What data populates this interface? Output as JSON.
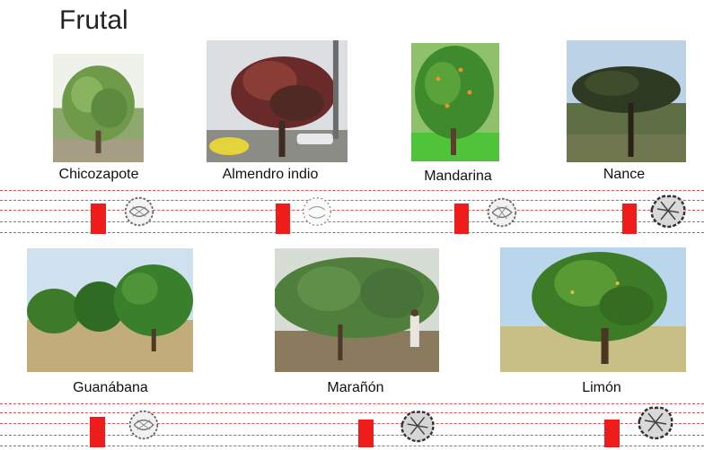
{
  "heading": "Frutal",
  "trees_row1": [
    {
      "name": "Chicozapote",
      "icon": "tree-photo-icon",
      "crown": "dense"
    },
    {
      "name": "Almendro indio",
      "icon": "tree-photo-icon",
      "crown": "sparse"
    },
    {
      "name": "Mandarina",
      "icon": "tree-photo-icon",
      "crown": "dense"
    },
    {
      "name": "Nance",
      "icon": "tree-photo-icon",
      "crown": "dark"
    }
  ],
  "trees_row2": [
    {
      "name": "Guanábana",
      "icon": "tree-photo-icon",
      "crown": "dense"
    },
    {
      "name": "Marañón",
      "icon": "tree-photo-icon",
      "crown": "dark"
    },
    {
      "name": "Limón",
      "icon": "tree-photo-icon",
      "crown": "dark"
    }
  ],
  "colors": {
    "trunk_marker": "#ef1c1c",
    "guide_lines": "#e25050"
  }
}
